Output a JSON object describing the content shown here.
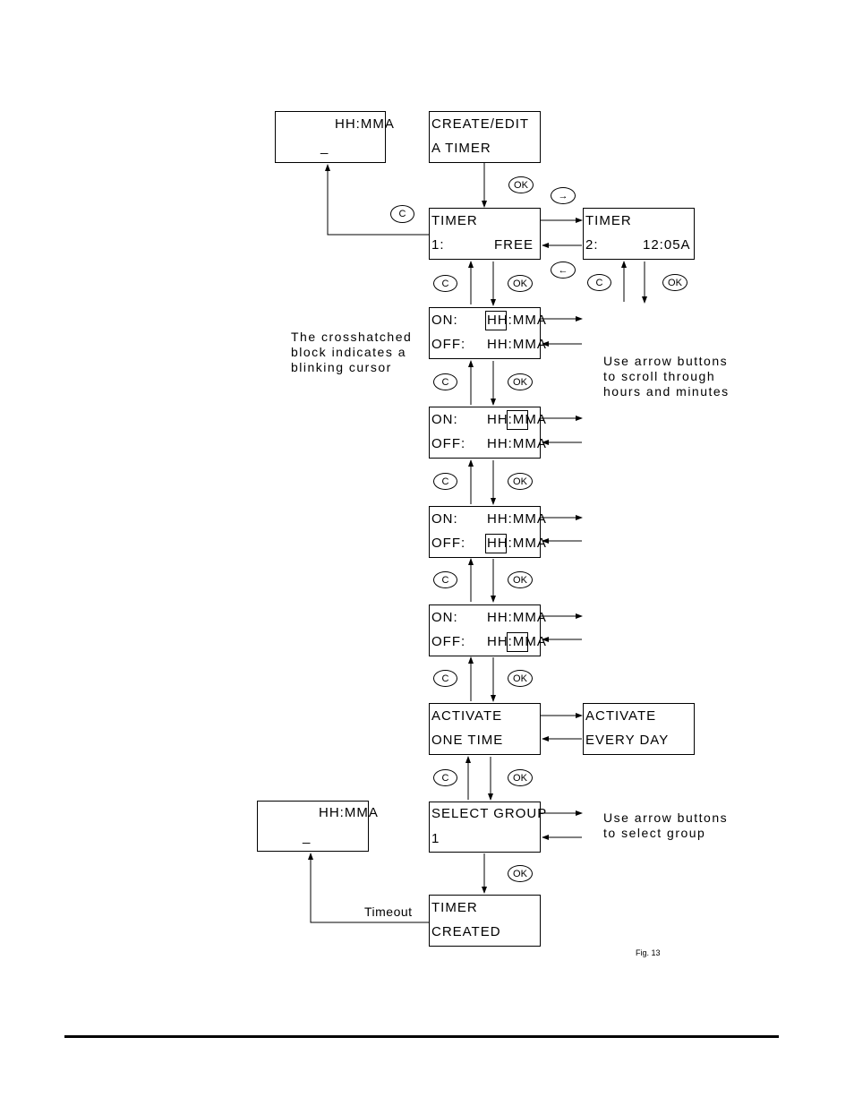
{
  "screens": {
    "home_top": {
      "l1": "HH:MMA",
      "l2": "_"
    },
    "create": {
      "l1": "CREATE/EDIT",
      "l2": "A TIMER"
    },
    "timer1": {
      "l1": "TIMER",
      "l2a": "1:",
      "l2b": "FREE"
    },
    "timer2": {
      "l1": "TIMER",
      "l2a": "2:",
      "l2b": "12:05A"
    },
    "on_hh": {
      "l1a": "ON:",
      "l1b": "HH:MMA",
      "l2a": "OFF:",
      "l2b": "HH:MMA"
    },
    "on_mm": {
      "l1a": "ON:",
      "l1b": "HH:MMA",
      "l2a": "OFF:",
      "l2b": "HH:MMA"
    },
    "off_hh": {
      "l1a": "ON:",
      "l1b": "HH:MMA",
      "l2a": "OFF:",
      "l2b": "HH:MMA"
    },
    "off_mm": {
      "l1a": "ON:",
      "l1b": "HH:MMA",
      "l2a": "OFF:",
      "l2b": "HH:MMA"
    },
    "act_once": {
      "l1": "ACTIVATE",
      "l2": "ONE TIME"
    },
    "act_daily": {
      "l1": "ACTIVATE",
      "l2": "EVERY DAY"
    },
    "group": {
      "l1": "SELECT GROUP",
      "l2": "1"
    },
    "home_bottom": {
      "l1": "HH:MMA",
      "l2": "_"
    },
    "created": {
      "l1": "TIMER",
      "l2": "CREATED"
    }
  },
  "buttons": {
    "ok": "OK",
    "cancel": "C"
  },
  "notes": {
    "cursor": "The crosshatched\nblock indicates a\nblinking cursor",
    "scroll": "Use arrow buttons\nto scroll through\nhours and minutes",
    "select_group": "Use arrow buttons\nto select group",
    "timeout": "Timeout"
  },
  "figure_label": "Fig. 13"
}
